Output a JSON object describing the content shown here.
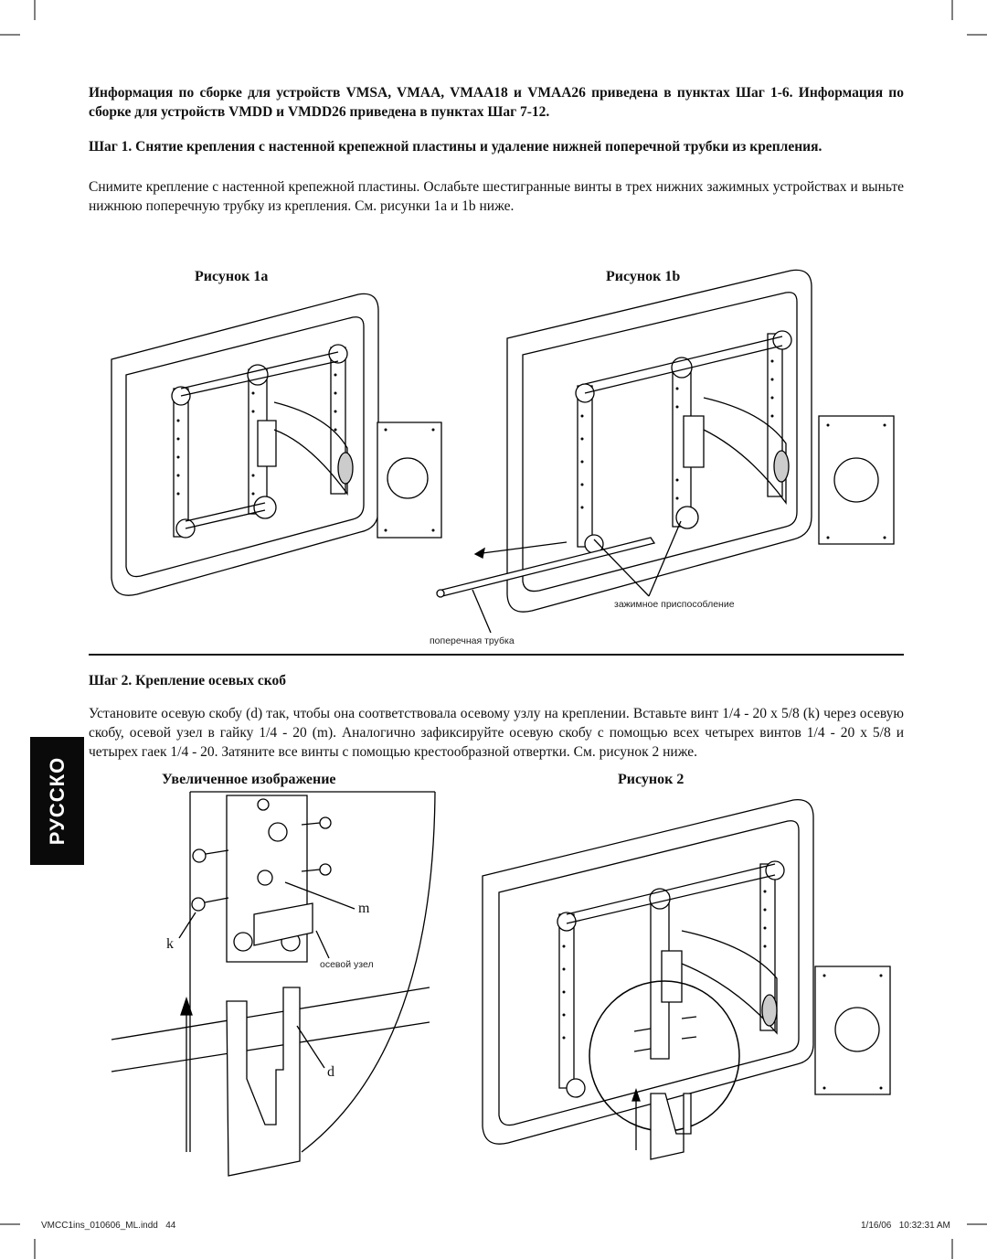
{
  "intro": "Информация по сборке для устройств VMSA, VMAA, VMAA18 и VMAA26 приведена в пунктах Шаг 1-6. Информация по сборке для устройств VMDD и VMDD26 приведена в пунктах Шаг 7-12.",
  "step1": {
    "title": "Шаг 1. Снятие крепления с настенной крепежной пластины и удаление нижней поперечной трубки из крепления.",
    "body": "Снимите крепление с настенной крепежной пластины. Ослабьте шестигранные винты в трех нижних зажимных устройствах и выньте нижнюю поперечную трубку из крепления. См. рисунки 1а и 1b ниже.",
    "fig1a_label": "Рисунок 1а",
    "fig1b_label": "Рисунок 1b",
    "callout_clamp": "зажимное приспособление",
    "callout_tube": "поперечная трубка"
  },
  "step2": {
    "title": "Шаг 2. Крепление осевых скоб",
    "body": "Установите осевую скобу (d) так, чтобы она соответствовала осевому узлу на креплении. Вставьте винт 1/4 - 20 x 5/8 (k) через осевую скобу, осевой узел в гайку 1/4 - 20 (m). Аналогично зафиксируйте осевую скобу с помощью всех четырех винтов 1/4 - 20 x 5/8 и четырех гаек 1/4 - 20. Затяните все винты с помощью крестообразной отвертки. См. рисунок 2 ниже.",
    "zoom_label": "Увеличенное изображение",
    "fig2_label": "Рисунок 2",
    "letter_m": "m",
    "letter_k": "k",
    "letter_d": "d",
    "callout_pivot": "осевой узел"
  },
  "side_tab": "РУССКО",
  "footer": {
    "left": "VMCC1ins_010606_ML.indd   44",
    "right": "1/16/06   10:32:31 AM"
  }
}
